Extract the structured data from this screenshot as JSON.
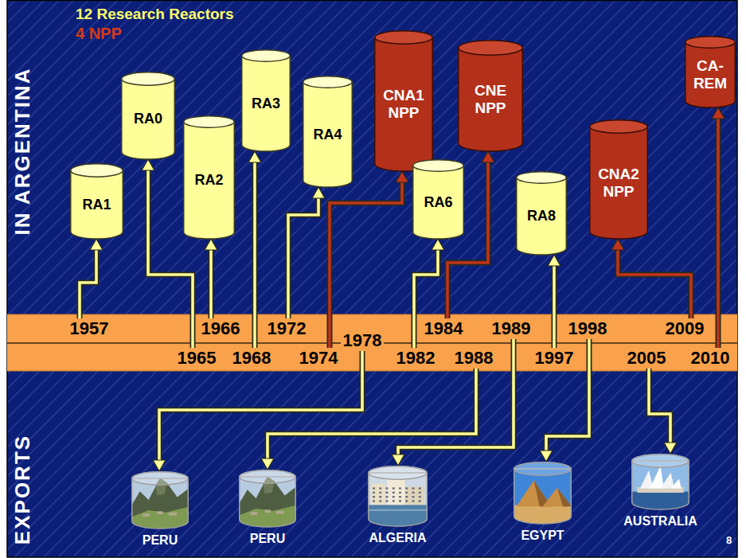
{
  "diagram": {
    "nodes": [
      {
        "text": [
          "RA1"
        ]
      },
      {
        "text": [
          "RA0"
        ]
      },
      {
        "text": [
          "RA2"
        ]
      },
      {
        "text": [
          "RA3"
        ]
      },
      {
        "text": [
          "RA4"
        ]
      },
      {
        "text": [
          "CNA1 NPP"
        ]
      },
      {
        "text": [
          "RA6"
        ]
      },
      {
        "text": [
          "CNE NPP"
        ]
      },
      {
        "text": [
          "RA8"
        ]
      },
      {
        "text": [
          "CNA2 NPP"
        ]
      },
      {
        "text": [
          "CA-REM"
        ]
      },
      {
        "text": [
          "1957"
        ]
      },
      {
        "text": [
          "1965"
        ]
      },
      {
        "text": [
          "1966"
        ]
      },
      {
        "text": [
          "1968"
        ]
      },
      {
        "text": [
          "1972"
        ]
      },
      {
        "text": [
          "1974"
        ]
      },
      {
        "text": [
          "1978"
        ]
      },
      {
        "text": [
          "1982"
        ]
      },
      {
        "text": [
          "1984"
        ]
      },
      {
        "text": [
          "1988"
        ]
      },
      {
        "text": [
          "1989"
        ]
      },
      {
        "text": [
          "1997"
        ]
      },
      {
        "text": [
          "1998"
        ]
      },
      {
        "text": [
          "2005"
        ]
      },
      {
        "text": [
          "2009"
        ]
      },
      {
        "text": [
          "2010"
        ]
      },
      {
        "text": [
          "PERU"
        ]
      },
      {
        "text": [
          "PERU"
        ]
      },
      {
        "text": [
          "ALGERIA"
        ]
      },
      {
        "text": [
          "EGYPT"
        ]
      },
      {
        "text": [
          "AUSTRALIA"
        ]
      }
    ],
    "edges": [
      {
        "from": 11,
        "to": 0,
        "arrow": "to"
      },
      {
        "from": 12,
        "to": 1,
        "arrow": "to"
      },
      {
        "from": 13,
        "to": 2,
        "arrow": "to"
      },
      {
        "from": 14,
        "to": 3,
        "arrow": "to"
      },
      {
        "from": 15,
        "to": 4,
        "arrow": "to"
      },
      {
        "from": 16,
        "to": 5,
        "arrow": "to"
      },
      {
        "from": 17,
        "to": 27,
        "arrow": "to"
      },
      {
        "from": 18,
        "to": 6,
        "arrow": "to"
      },
      {
        "from": 19,
        "to": 7,
        "arrow": "to"
      },
      {
        "from": 20,
        "to": 28,
        "arrow": "to"
      },
      {
        "from": 21,
        "to": 29,
        "arrow": "to"
      },
      {
        "from": 22,
        "to": 8,
        "arrow": "to"
      },
      {
        "from": 23,
        "to": 30,
        "arrow": "to"
      },
      {
        "from": 24,
        "to": 31,
        "arrow": "to"
      },
      {
        "from": 25,
        "to": 9,
        "arrow": "to"
      },
      {
        "from": 26,
        "to": 10,
        "arrow": "to"
      }
    ],
    "labels": [
      "12 Research Reactors",
      "4 NPP",
      "IN ARGENTINA",
      "EXPORTS",
      "8"
    ]
  }
}
